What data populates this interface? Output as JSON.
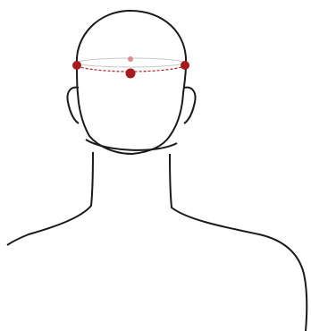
{
  "diagram": {
    "subject": "head-and-shoulders-back-view",
    "colors": {
      "outline": "#1a1a1a",
      "marker": "#a61b1b",
      "marker_faint": "#d98c8c",
      "front_band": "#b22222",
      "back_band": "#c9c9c9",
      "background": "#ffffff"
    },
    "markers": [
      {
        "id": "left-preauricular-point",
        "style": "solid"
      },
      {
        "id": "right-preauricular-point",
        "style": "solid"
      },
      {
        "id": "center-front-point",
        "style": "solid"
      },
      {
        "id": "center-back-point",
        "style": "faint"
      }
    ]
  }
}
